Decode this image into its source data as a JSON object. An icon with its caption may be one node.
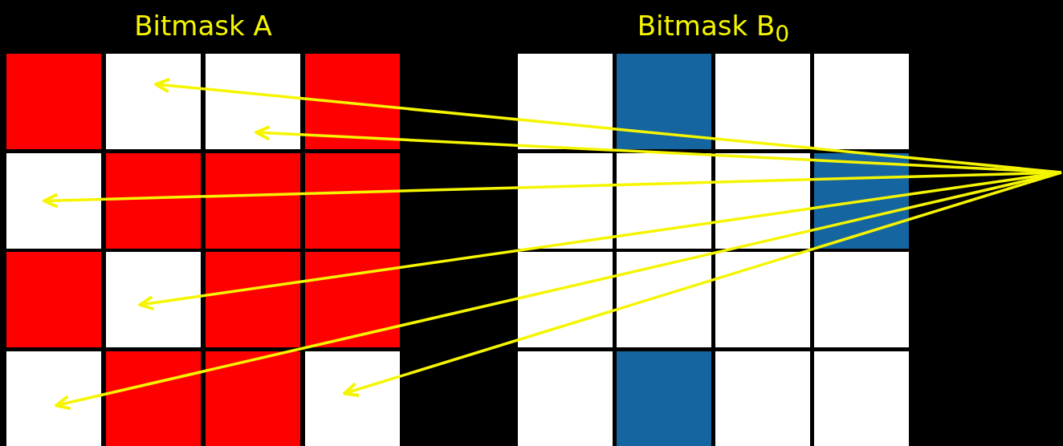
{
  "diagram": {
    "nodes": [
      {
        "text": [
          "Bitmask A"
        ]
      },
      {
        "text": [],
        "shape": "box",
        "in": 0
      },
      {
        "text": [],
        "shape": "box",
        "in": 0
      },
      {
        "text": [],
        "shape": "box",
        "in": 0
      },
      {
        "text": [],
        "shape": "box",
        "in": 0
      },
      {
        "text": [],
        "shape": "box",
        "in": 0
      },
      {
        "text": [],
        "shape": "box",
        "in": 0
      },
      {
        "text": [],
        "shape": "box",
        "in": 0
      },
      {
        "text": [],
        "shape": "box",
        "in": 0
      },
      {
        "text": [],
        "shape": "box",
        "in": 0
      },
      {
        "text": [],
        "shape": "box",
        "in": 0
      },
      {
        "text": [],
        "shape": "box",
        "in": 0
      },
      {
        "text": [],
        "shape": "box",
        "in": 0
      },
      {
        "text": [],
        "shape": "box",
        "in": 0
      },
      {
        "text": [],
        "shape": "box",
        "in": 0
      },
      {
        "text": [],
        "shape": "box",
        "in": 0
      },
      {
        "text": [],
        "shape": "box",
        "in": 0
      },
      {
        "text": [
          "Bitmask B$_{0}$"
        ]
      },
      {
        "text": [],
        "shape": "box",
        "in": 17
      },
      {
        "text": [],
        "shape": "box",
        "in": 17
      },
      {
        "text": [],
        "shape": "box",
        "in": 17
      },
      {
        "text": [],
        "shape": "box",
        "in": 17
      },
      {
        "text": [],
        "shape": "box",
        "in": 17
      },
      {
        "text": [],
        "shape": "box",
        "in": 17
      },
      {
        "text": [],
        "shape": "box",
        "in": 17
      },
      {
        "text": [],
        "shape": "box",
        "in": 17
      },
      {
        "text": [],
        "shape": "box",
        "in": 17
      },
      {
        "text": [],
        "shape": "box",
        "in": 17
      },
      {
        "text": [],
        "shape": "box",
        "in": 17
      },
      {
        "text": [],
        "shape": "box",
        "in": 17
      },
      {
        "text": [],
        "shape": "box",
        "in": 17
      },
      {
        "text": [],
        "shape": "box",
        "in": 17
      },
      {
        "text": [],
        "shape": "box",
        "in": 17
      },
      {
        "text": [],
        "shape": "box",
        "in": 17
      }
    ],
    "edges": [
      {
        "from": null,
        "to": 2,
        "arrow": "to"
      },
      {
        "from": null,
        "to": 3,
        "arrow": "to"
      },
      {
        "from": null,
        "to": 5,
        "arrow": "to"
      },
      {
        "from": null,
        "to": 10,
        "arrow": "to"
      },
      {
        "from": null,
        "to": 13,
        "arrow": "to"
      },
      {
        "from": null,
        "to": 16,
        "arrow": "to"
      }
    ]
  }
}
